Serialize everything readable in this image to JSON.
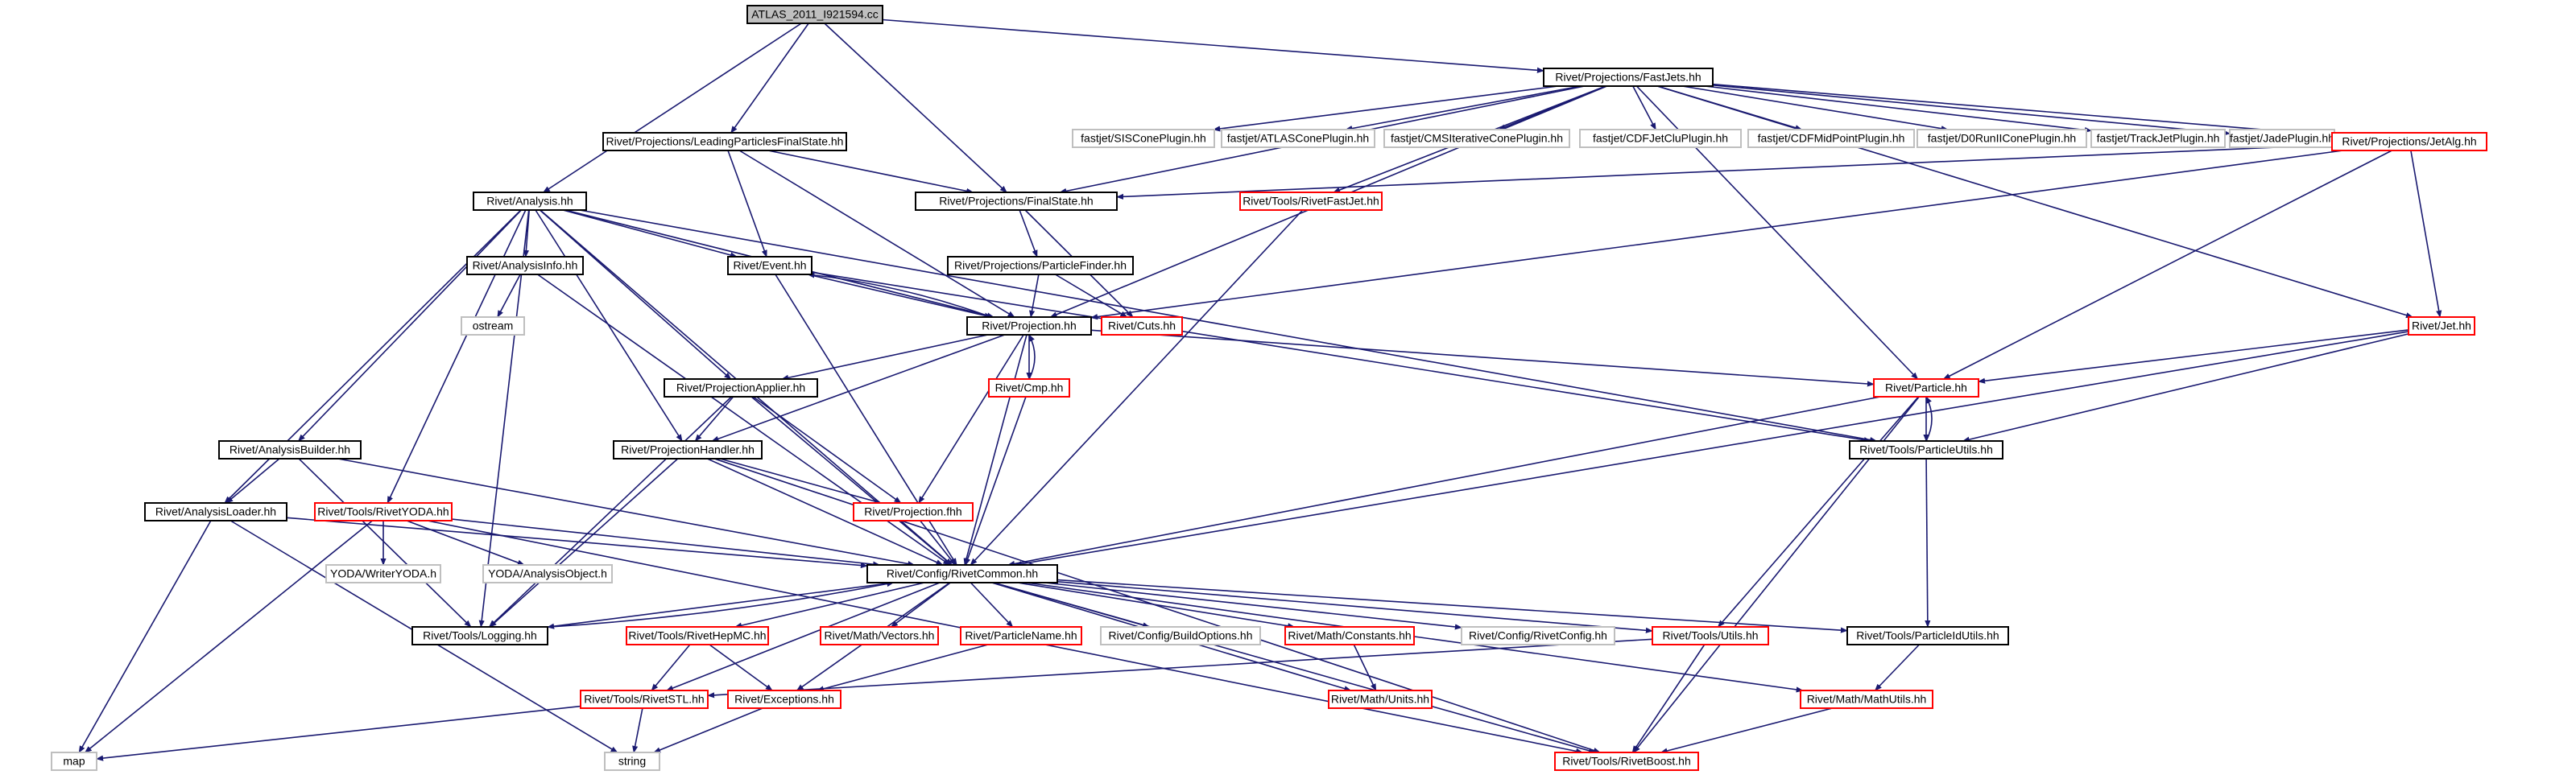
{
  "colors": {
    "edge": "#191970",
    "border_normal": "#000000",
    "border_red": "#ff0000",
    "border_gray": "#bfbfbf",
    "root_fill": "#bfbfbf",
    "fill": "#ffffff"
  },
  "nodes": [
    {
      "id": "root",
      "label": "ATLAS_2011_I921594.cc",
      "style": "root"
    },
    {
      "id": "fastjets",
      "label": "Rivet/Projections/FastJets.hh",
      "style": "normal"
    },
    {
      "id": "lpfs",
      "label": "Rivet/Projections/LeadingParticlesFinalState.hh",
      "style": "normal"
    },
    {
      "id": "analysis",
      "label": "Rivet/Analysis.hh",
      "style": "normal"
    },
    {
      "id": "siscone",
      "label": "fastjet/SISConePlugin.hh",
      "style": "gray"
    },
    {
      "id": "atlascone",
      "label": "fastjet/ATLASConePlugin.hh",
      "style": "gray"
    },
    {
      "id": "cmsiter",
      "label": "fastjet/CMSIterativeConePlugin.hh",
      "style": "gray"
    },
    {
      "id": "cdfjetclu",
      "label": "fastjet/CDFJetCluPlugin.hh",
      "style": "gray"
    },
    {
      "id": "cdfmid",
      "label": "fastjet/CDFMidPointPlugin.hh",
      "style": "gray"
    },
    {
      "id": "d0run2",
      "label": "fastjet/D0RunIIConePlugin.hh",
      "style": "gray"
    },
    {
      "id": "trackjet",
      "label": "fastjet/TrackJetPlugin.hh",
      "style": "gray"
    },
    {
      "id": "jade",
      "label": "fastjet/JadePlugin.hh",
      "style": "gray"
    },
    {
      "id": "jetalg",
      "label": "Rivet/Projections/JetAlg.hh",
      "style": "red"
    },
    {
      "id": "finalstate",
      "label": "Rivet/Projections/FinalState.hh",
      "style": "normal"
    },
    {
      "id": "rivetfastjet",
      "label": "Rivet/Tools/RivetFastJet.hh",
      "style": "red"
    },
    {
      "id": "analysisinfo",
      "label": "Rivet/AnalysisInfo.hh",
      "style": "normal"
    },
    {
      "id": "event",
      "label": "Rivet/Event.hh",
      "style": "normal"
    },
    {
      "id": "particlefinder",
      "label": "Rivet/Projections/ParticleFinder.hh",
      "style": "normal"
    },
    {
      "id": "ostream",
      "label": "ostream",
      "style": "gray"
    },
    {
      "id": "projection",
      "label": "Rivet/Projection.hh",
      "style": "normal"
    },
    {
      "id": "cuts",
      "label": "Rivet/Cuts.hh",
      "style": "red"
    },
    {
      "id": "jet",
      "label": "Rivet/Jet.hh",
      "style": "red"
    },
    {
      "id": "cmp",
      "label": "Rivet/Cmp.hh",
      "style": "red"
    },
    {
      "id": "projapplier",
      "label": "Rivet/ProjectionApplier.hh",
      "style": "normal"
    },
    {
      "id": "particle",
      "label": "Rivet/Particle.hh",
      "style": "red"
    },
    {
      "id": "analysisbuilder",
      "label": "Rivet/AnalysisBuilder.hh",
      "style": "normal"
    },
    {
      "id": "projhandler",
      "label": "Rivet/ProjectionHandler.hh",
      "style": "normal"
    },
    {
      "id": "particleutils",
      "label": "Rivet/Tools/ParticleUtils.hh",
      "style": "normal"
    },
    {
      "id": "analysisloader",
      "label": "Rivet/AnalysisLoader.hh",
      "style": "normal"
    },
    {
      "id": "rivetyoda",
      "label": "Rivet/Tools/RivetYODA.hh",
      "style": "red"
    },
    {
      "id": "projfhh",
      "label": "Rivet/Projection.fhh",
      "style": "red"
    },
    {
      "id": "yodawriter",
      "label": "YODA/WriterYODA.h",
      "style": "gray"
    },
    {
      "id": "yodaao",
      "label": "YODA/AnalysisObject.h",
      "style": "gray"
    },
    {
      "id": "rivetcommon",
      "label": "Rivet/Config/RivetCommon.hh",
      "style": "normal"
    },
    {
      "id": "logging",
      "label": "Rivet/Tools/Logging.hh",
      "style": "normal"
    },
    {
      "id": "rivethepmc",
      "label": "Rivet/Tools/RivetHepMC.hh",
      "style": "red"
    },
    {
      "id": "vectors",
      "label": "Rivet/Math/Vectors.hh",
      "style": "red"
    },
    {
      "id": "particlename",
      "label": "Rivet/ParticleName.hh",
      "style": "red"
    },
    {
      "id": "buildoptions",
      "label": "Rivet/Config/BuildOptions.hh",
      "style": "gray"
    },
    {
      "id": "constants",
      "label": "Rivet/Math/Constants.hh",
      "style": "red"
    },
    {
      "id": "rivetconfig",
      "label": "Rivet/Config/RivetConfig.hh",
      "style": "gray"
    },
    {
      "id": "utils",
      "label": "Rivet/Tools/Utils.hh",
      "style": "red"
    },
    {
      "id": "particleidutils",
      "label": "Rivet/Tools/ParticleIdUtils.hh",
      "style": "normal"
    },
    {
      "id": "rivetstl",
      "label": "Rivet/Tools/RivetSTL.hh",
      "style": "red"
    },
    {
      "id": "exceptions",
      "label": "Rivet/Exceptions.hh",
      "style": "red"
    },
    {
      "id": "units",
      "label": "Rivet/Math/Units.hh",
      "style": "red"
    },
    {
      "id": "mathutils",
      "label": "Rivet/Math/MathUtils.hh",
      "style": "red"
    },
    {
      "id": "map",
      "label": "map",
      "style": "gray"
    },
    {
      "id": "string",
      "label": "string",
      "style": "gray"
    },
    {
      "id": "rivetboost",
      "label": "Rivet/Tools/RivetBoost.hh",
      "style": "red"
    }
  ],
  "edges": [
    [
      "root",
      "analysis"
    ],
    [
      "root",
      "lpfs"
    ],
    [
      "root",
      "finalstate"
    ],
    [
      "root",
      "fastjets"
    ],
    [
      "fastjets",
      "siscone"
    ],
    [
      "fastjets",
      "atlascone"
    ],
    [
      "fastjets",
      "cmsiter"
    ],
    [
      "fastjets",
      "cdfjetclu"
    ],
    [
      "fastjets",
      "cdfmid"
    ],
    [
      "fastjets",
      "d0run2"
    ],
    [
      "fastjets",
      "trackjet"
    ],
    [
      "fastjets",
      "jade"
    ],
    [
      "fastjets",
      "jetalg"
    ],
    [
      "fastjets",
      "finalstate"
    ],
    [
      "fastjets",
      "rivetfastjet"
    ],
    [
      "fastjets",
      "projection"
    ],
    [
      "fastjets",
      "particle"
    ],
    [
      "fastjets",
      "jet"
    ],
    [
      "lpfs",
      "finalstate"
    ],
    [
      "lpfs",
      "event"
    ],
    [
      "lpfs",
      "projection"
    ],
    [
      "jetalg",
      "finalstate"
    ],
    [
      "jetalg",
      "jet"
    ],
    [
      "jetalg",
      "particle"
    ],
    [
      "jetalg",
      "projection"
    ],
    [
      "analysis",
      "analysisinfo"
    ],
    [
      "analysis",
      "event"
    ],
    [
      "analysis",
      "projection"
    ],
    [
      "analysis",
      "projapplier"
    ],
    [
      "analysis",
      "projhandler"
    ],
    [
      "analysis",
      "analysisbuilder"
    ],
    [
      "analysis",
      "analysisloader"
    ],
    [
      "analysis",
      "rivetyoda"
    ],
    [
      "analysis",
      "logging"
    ],
    [
      "analysis",
      "rivetcommon"
    ],
    [
      "analysis",
      "particleutils"
    ],
    [
      "analysisinfo",
      "ostream"
    ],
    [
      "analysisinfo",
      "rivetcommon"
    ],
    [
      "finalstate",
      "particlefinder"
    ],
    [
      "finalstate",
      "cuts"
    ],
    [
      "particlefinder",
      "projection"
    ],
    [
      "particlefinder",
      "cuts"
    ],
    [
      "event",
      "projection"
    ],
    [
      "event",
      "particleutils"
    ],
    [
      "event",
      "rivetcommon"
    ],
    [
      "projection",
      "event"
    ],
    [
      "projection",
      "cmp"
    ],
    [
      "projection",
      "projapplier"
    ],
    [
      "projection",
      "projhandler"
    ],
    [
      "projection",
      "projfhh"
    ],
    [
      "projection",
      "rivetcommon"
    ],
    [
      "projection",
      "particle"
    ],
    [
      "cmp",
      "projection"
    ],
    [
      "cmp",
      "rivetcommon"
    ],
    [
      "jet",
      "particle"
    ],
    [
      "jet",
      "particleutils"
    ],
    [
      "jet",
      "rivetcommon"
    ],
    [
      "particle",
      "particleutils"
    ],
    [
      "particle",
      "rivetcommon"
    ],
    [
      "particle",
      "utils"
    ],
    [
      "particle",
      "rivetboost"
    ],
    [
      "particleutils",
      "particle"
    ],
    [
      "particleutils",
      "particleidutils"
    ],
    [
      "projapplier",
      "projhandler"
    ],
    [
      "projapplier",
      "projfhh"
    ],
    [
      "projapplier",
      "rivetcommon"
    ],
    [
      "projapplier",
      "logging"
    ],
    [
      "projhandler",
      "projfhh"
    ],
    [
      "projhandler",
      "rivetcommon"
    ],
    [
      "projhandler",
      "logging"
    ],
    [
      "projhandler",
      "rivetboost"
    ],
    [
      "analysisbuilder",
      "analysisloader"
    ],
    [
      "analysisbuilder",
      "rivetcommon"
    ],
    [
      "analysisbuilder",
      "logging"
    ],
    [
      "analysisloader",
      "rivetcommon"
    ],
    [
      "analysisloader",
      "map"
    ],
    [
      "analysisloader",
      "string"
    ],
    [
      "rivetyoda",
      "yodawriter"
    ],
    [
      "rivetyoda",
      "yodaao"
    ],
    [
      "rivetyoda",
      "rivetcommon"
    ],
    [
      "rivetyoda",
      "map"
    ],
    [
      "rivetyoda",
      "rivetboost"
    ],
    [
      "projfhh",
      "rivetcommon"
    ],
    [
      "rivetfastjet",
      "rivetcommon"
    ],
    [
      "rivetcommon",
      "logging"
    ],
    [
      "rivetcommon",
      "rivethepmc"
    ],
    [
      "rivetcommon",
      "vectors"
    ],
    [
      "rivetcommon",
      "particlename"
    ],
    [
      "rivetcommon",
      "buildoptions"
    ],
    [
      "rivetcommon",
      "constants"
    ],
    [
      "rivetcommon",
      "rivetconfig"
    ],
    [
      "rivetcommon",
      "utils"
    ],
    [
      "rivetcommon",
      "particleidutils"
    ],
    [
      "rivetcommon",
      "rivetstl"
    ],
    [
      "rivetcommon",
      "exceptions"
    ],
    [
      "rivetcommon",
      "units"
    ],
    [
      "rivetcommon",
      "mathutils"
    ],
    [
      "rivetcommon",
      "rivetboost"
    ],
    [
      "logging",
      "rivetcommon"
    ],
    [
      "rivethepmc",
      "rivetstl"
    ],
    [
      "rivethepmc",
      "exceptions"
    ],
    [
      "particlename",
      "exceptions"
    ],
    [
      "constants",
      "units"
    ],
    [
      "utils",
      "rivetstl"
    ],
    [
      "utils",
      "rivetboost"
    ],
    [
      "particleidutils",
      "mathutils"
    ],
    [
      "mathutils",
      "rivetboost"
    ],
    [
      "rivetstl",
      "map"
    ],
    [
      "rivetstl",
      "string"
    ],
    [
      "exceptions",
      "string"
    ]
  ]
}
